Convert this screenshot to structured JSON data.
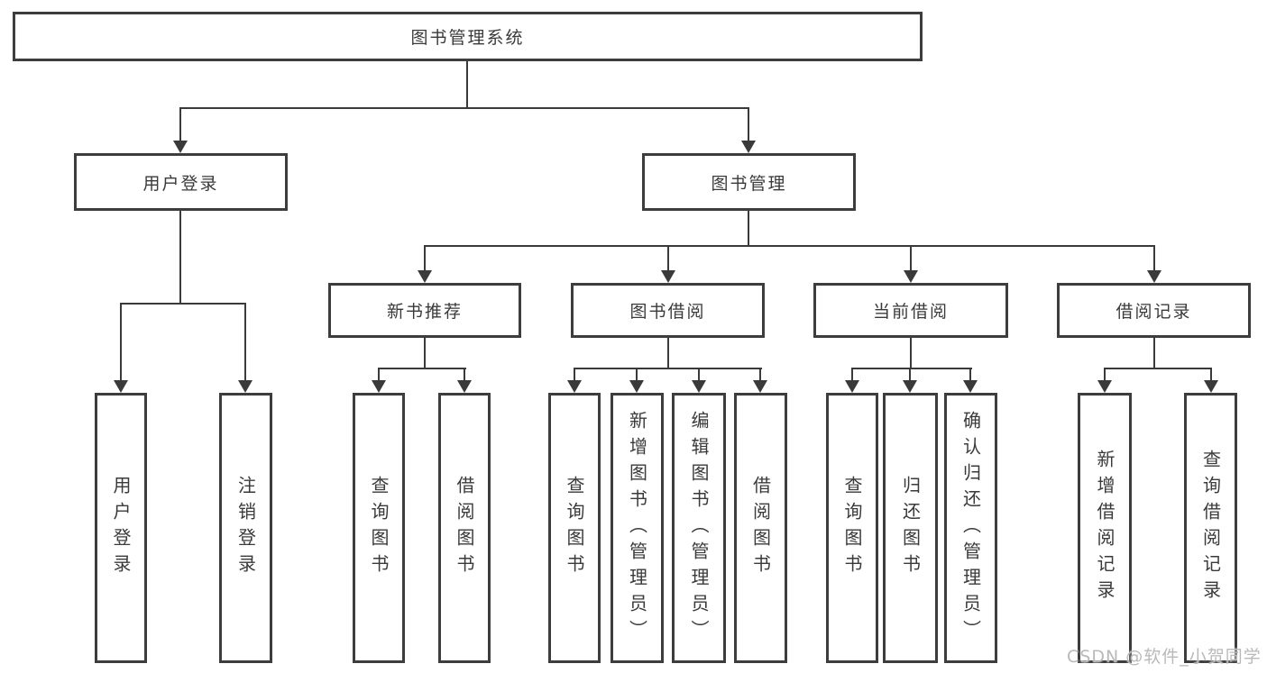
{
  "root": {
    "label": "图书管理系统"
  },
  "branches": [
    {
      "label": "用户登录",
      "leaves": [
        {
          "label": "用户登录"
        },
        {
          "label": "注销登录"
        }
      ]
    },
    {
      "label": "图书管理",
      "groups": [
        {
          "label": "新书推荐",
          "leaves": [
            {
              "label": "查询图书"
            },
            {
              "label": "借阅图书"
            }
          ]
        },
        {
          "label": "图书借阅",
          "leaves": [
            {
              "label": "查询图书"
            },
            {
              "label": "新增图书（管理员）"
            },
            {
              "label": "编辑图书（管理员）"
            },
            {
              "label": "借阅图书"
            }
          ]
        },
        {
          "label": "当前借阅",
          "leaves": [
            {
              "label": "查询图书"
            },
            {
              "label": "归还图书"
            },
            {
              "label": "确认归还（管理员）"
            }
          ]
        },
        {
          "label": "借阅记录",
          "leaves": [
            {
              "label": "新增借阅记录"
            },
            {
              "label": "查询借阅记录"
            }
          ]
        }
      ]
    }
  ],
  "watermark": {
    "text": "CSDN @软件_小贺同学"
  },
  "colors": {
    "line": "#3a3a3a",
    "border": "#3d3d3d",
    "text": "#3a3a3a",
    "watermark": "#b9b9b9",
    "background": "#ffffff"
  }
}
